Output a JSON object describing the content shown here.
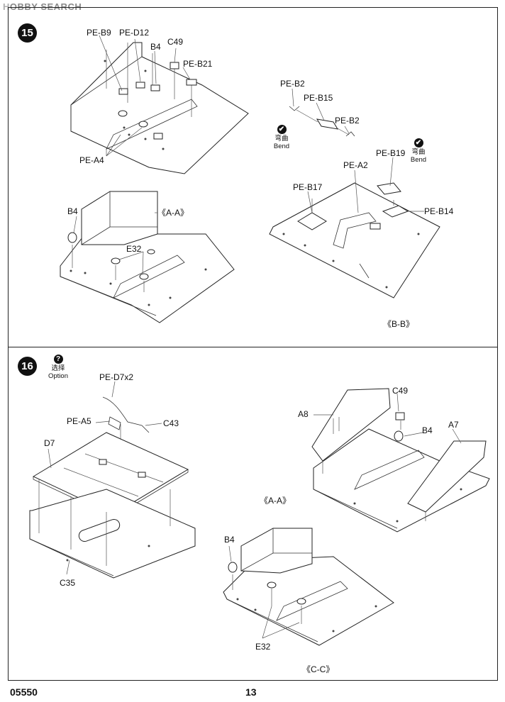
{
  "watermark": {
    "logo": "H",
    "text": "OBBY SEARCH"
  },
  "page": {
    "code": "05550",
    "number": "13"
  },
  "step15": {
    "number": "15",
    "labels": {
      "pe_b9": "PE-B9",
      "pe_d12": "PE-D12",
      "b4_top": "B4",
      "c49": "C49",
      "pe_b21": "PE-B21",
      "pe_a4": "PE-A4",
      "b4_mid": "B4",
      "view_aa": "《A-A》",
      "e32": "E32",
      "pe_b2_top": "PE-B2",
      "pe_b15": "PE-B15",
      "pe_b2_bottom": "PE-B2",
      "pe_b19": "PE-B19",
      "pe_a2": "PE-A2",
      "pe_b17": "PE-B17",
      "pe_b14": "PE-B14",
      "view_bb": "《B-B》"
    },
    "bend_notes": [
      {
        "cn": "弯曲",
        "en": "Bend"
      },
      {
        "cn": "弯曲",
        "en": "Bend"
      }
    ]
  },
  "step16": {
    "number": "16",
    "option_note": {
      "icon": "?",
      "cn": "选择",
      "en": "Option"
    },
    "labels": {
      "pe_d7x2": "PE-D7x2",
      "pe_a5": "PE-A5",
      "c43": "C43",
      "d7": "D7",
      "c35": "C35",
      "c49": "C49",
      "a8": "A8",
      "b4_right": "B4",
      "a7": "A7",
      "view_aa": "《A-A》",
      "b4_left": "B4",
      "e32": "E32",
      "view_cc": "《C-C》"
    }
  }
}
